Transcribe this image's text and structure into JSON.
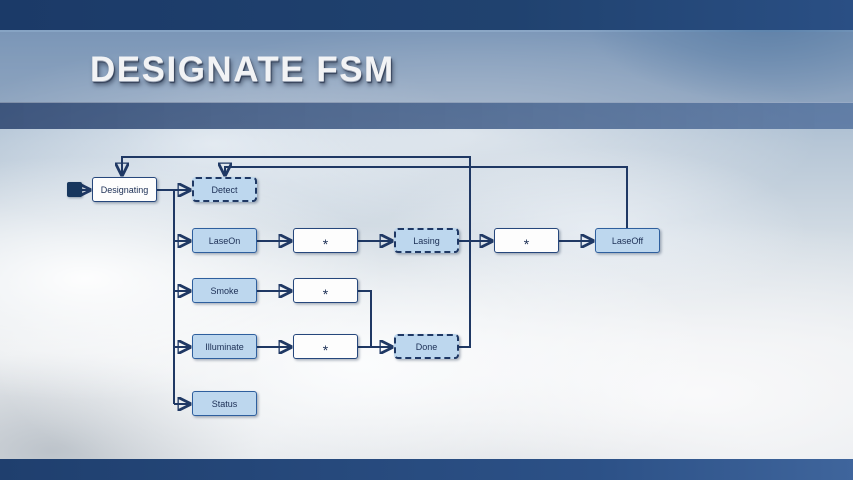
{
  "slide": {
    "title": "DESIGNATE FSM"
  },
  "colors": {
    "bar_navy": "#1F3A68",
    "line_navy": "#1F3864",
    "state_fill": "#BDD7EE",
    "plain_fill": "#FDFDFD"
  },
  "nodes": {
    "initial": {
      "type": "initial-pseudostate"
    },
    "designating": {
      "label": "Designating"
    },
    "detect": {
      "label": "Detect"
    },
    "laseon": {
      "label": "LaseOn"
    },
    "smoke": {
      "label": "Smoke"
    },
    "illuminate": {
      "label": "Illuminate"
    },
    "status": {
      "label": "Status"
    },
    "star_laseon": {
      "label": "*"
    },
    "star_smoke": {
      "label": "*"
    },
    "star_illuminate": {
      "label": "*"
    },
    "lasing": {
      "label": "Lasing"
    },
    "done": {
      "label": "Done"
    },
    "star_lasing": {
      "label": "*"
    },
    "laseoff": {
      "label": "LaseOff"
    }
  }
}
